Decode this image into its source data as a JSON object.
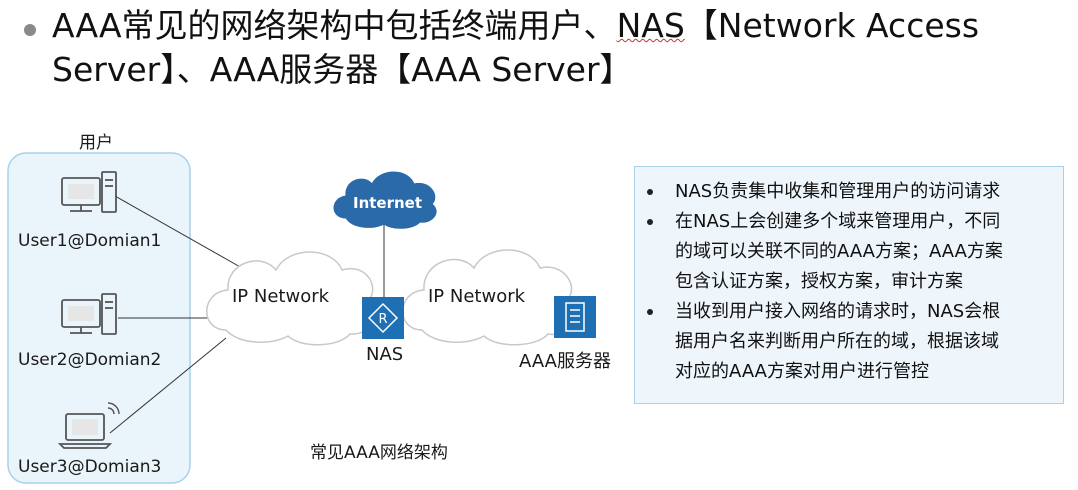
{
  "title": {
    "line1_prefix": "AAA常见的网络架构中包括终端用户、",
    "line1_nas": "NAS",
    "line1_suffix": "【Network Access",
    "line2": "Server】、AAA服务器【AAA Server】"
  },
  "diagram": {
    "users_group_label": "用户",
    "users": [
      {
        "label": "User1@Domian1",
        "icon": "desktop-computer-icon"
      },
      {
        "label": "User2@Domian2",
        "icon": "desktop-computer-icon"
      },
      {
        "label": "User3@Domian3",
        "icon": "laptop-wireless-icon"
      }
    ],
    "internet_label": "Internet",
    "ip_network_left": "IP Network",
    "ip_network_right": "IP Network",
    "nas_label": "NAS",
    "nas_icon": "router-icon",
    "aaa_server_label": "AAA服务器",
    "aaa_server_icon": "server-icon",
    "caption": "常见AAA网络架构",
    "colors": {
      "device_blue": "#1f6fb5",
      "internet_cloud": "#2b6aa8",
      "group_fill": "#eaf4fb",
      "group_border": "#a8d1ea"
    }
  },
  "notes": [
    {
      "lines": [
        "NAS负责集中收集和管理用户的访问请求"
      ]
    },
    {
      "lines": [
        "在NAS上会创建多个域来管理用户，不同",
        "的域可以关联不同的AAA方案；AAA方案",
        "包含认证方案，授权方案，审计方案"
      ]
    },
    {
      "lines": [
        "当收到用户接入网络的请求时，NAS会根",
        "据用户名来判断用户所在的域，根据该域",
        "对应的AAA方案对用户进行管控"
      ]
    }
  ]
}
